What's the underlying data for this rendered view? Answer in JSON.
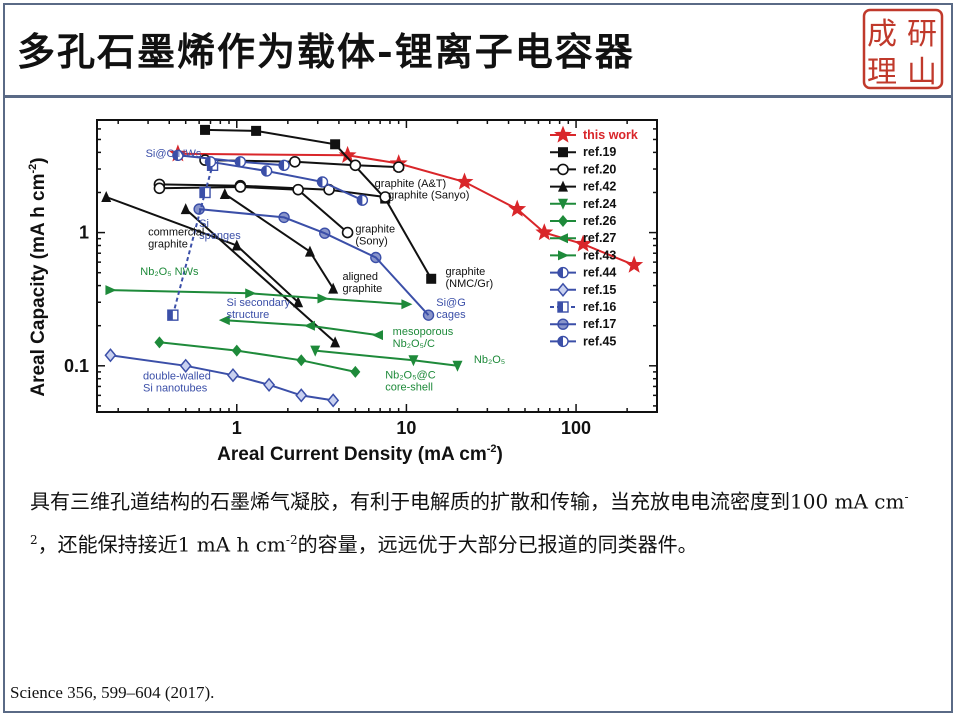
{
  "slide": {
    "title": "多孔石墨烯作为载体-锂离子电容器",
    "logo_text": [
      "成",
      "研",
      "理",
      "山"
    ],
    "description_parts": [
      "具有三维孔道结构的石墨烯气凝胶，有利于电解质的扩散和传输，当充放电电流密度到100 mA cm",
      "-2",
      "，还能保持接近1 mA h cm",
      "-2",
      "的容量，远远优于大部分已报道的同类器件。"
    ],
    "citation": "Science  356, 599–604 (2017).",
    "colors": {
      "frame": "#5a6a86",
      "red": "#d9262a",
      "black": "#111111",
      "green": "#1e8a3a",
      "blue": "#3b4fa8",
      "logo": "#c0392b"
    }
  },
  "chart_data": {
    "type": "scatter",
    "xlabel": "Areal Current Density (mA cm",
    "xlabel_sup": "-2",
    "xlabel_end": ")",
    "ylabel": "Areal Capacity (mA h cm",
    "ylabel_sup": "-2",
    "ylabel_end": ")",
    "x_scale": "log",
    "y_scale": "log",
    "xlim": [
      0.15,
      300
    ],
    "ylim": [
      0.045,
      7.0
    ],
    "x_ticks": [
      {
        "v": 1,
        "label": "1"
      },
      {
        "v": 10,
        "label": "10"
      },
      {
        "v": 100,
        "label": "100"
      }
    ],
    "y_ticks": [
      {
        "v": 0.1,
        "label": "0.1"
      },
      {
        "v": 1,
        "label": "1"
      }
    ],
    "series": [
      {
        "name": "this work",
        "color": "#d9262a",
        "marker": "star",
        "line": "solid",
        "x": [
          0.45,
          4.5,
          9,
          22,
          45,
          65,
          110,
          220
        ],
        "y": [
          3.9,
          3.8,
          3.3,
          2.4,
          1.5,
          1.0,
          0.82,
          0.57
        ]
      },
      {
        "name": "ref.19",
        "color": "#111111",
        "marker": "square",
        "line": "solid",
        "x": [
          0.65,
          1.3,
          3.8,
          7.5,
          14
        ],
        "y": [
          5.9,
          5.8,
          4.6,
          1.8,
          0.45
        ]
      },
      {
        "name": "ref.20",
        "color": "#111111",
        "marker": "circle-open",
        "line": "solid",
        "x": [
          0.65,
          2.2,
          5,
          9
        ],
        "y": [
          3.5,
          3.4,
          3.2,
          3.1
        ]
      },
      {
        "name": "ref.20b",
        "color": "#111111",
        "marker": "circle-open",
        "line": "solid",
        "x": [
          0.35,
          1.05,
          3.5,
          7.5
        ],
        "y": [
          2.3,
          2.25,
          2.1,
          1.85
        ]
      },
      {
        "name": "ref.20c",
        "color": "#111111",
        "marker": "circle-open",
        "line": "solid",
        "x": [
          0.35,
          1.05,
          2.3,
          4.5
        ],
        "y": [
          2.15,
          2.2,
          2.1,
          1.0
        ]
      },
      {
        "name": "ref.42",
        "color": "#111111",
        "marker": "triangle-up",
        "line": "solid",
        "x": [
          0.17,
          1.0,
          2.3
        ],
        "y": [
          1.85,
          0.8,
          0.3
        ]
      },
      {
        "name": "ref.42b",
        "color": "#111111",
        "marker": "triangle-up",
        "line": "solid",
        "x": [
          0.85,
          2.7,
          3.7
        ],
        "y": [
          1.95,
          0.72,
          0.38
        ]
      },
      {
        "name": "ref.42c",
        "color": "#111111",
        "marker": "triangle-up",
        "line": "solid",
        "x": [
          0.5,
          3.8
        ],
        "y": [
          1.5,
          0.15
        ]
      },
      {
        "name": "ref.24",
        "color": "#1e8a3a",
        "marker": "triangle-down",
        "line": "solid",
        "x": [
          2.9,
          11,
          20
        ],
        "y": [
          0.13,
          0.11,
          0.1
        ]
      },
      {
        "name": "ref.26",
        "color": "#1e8a3a",
        "marker": "diamond",
        "line": "solid",
        "x": [
          0.35,
          1.0,
          2.4,
          5
        ],
        "y": [
          0.15,
          0.13,
          0.11,
          0.09
        ]
      },
      {
        "name": "ref.27",
        "color": "#1e8a3a",
        "marker": "triangle-left",
        "line": "solid",
        "x": [
          0.85,
          2.7,
          6.8
        ],
        "y": [
          0.22,
          0.2,
          0.17
        ]
      },
      {
        "name": "ref.43",
        "color": "#1e8a3a",
        "marker": "triangle-right",
        "line": "solid",
        "x": [
          0.18,
          1.2,
          3.2,
          10
        ],
        "y": [
          0.37,
          0.35,
          0.32,
          0.29
        ]
      },
      {
        "name": "ref.44",
        "color": "#3b4fa8",
        "marker": "half-circle",
        "line": "solid",
        "x": [
          0.45,
          1.05,
          1.9
        ],
        "y": [
          3.8,
          3.4,
          3.2
        ]
      },
      {
        "name": "ref.15",
        "color": "#3b4fa8",
        "marker": "diamond-open",
        "line": "solid",
        "x": [
          0.18,
          0.5,
          0.95,
          1.55,
          2.4,
          3.7
        ],
        "y": [
          0.12,
          0.1,
          0.085,
          0.072,
          0.06,
          0.055
        ]
      },
      {
        "name": "ref.16",
        "color": "#3b4fa8",
        "marker": "square-half",
        "line": "dashed",
        "x": [
          0.42,
          0.65,
          0.72
        ],
        "y": [
          0.24,
          2.0,
          3.2
        ]
      },
      {
        "name": "ref.17",
        "color": "#3b4fa8",
        "marker": "circle-filled",
        "line": "solid",
        "x": [
          0.6,
          1.9,
          3.3,
          6.6,
          13.5
        ],
        "y": [
          1.5,
          1.3,
          0.99,
          0.65,
          0.24
        ]
      },
      {
        "name": "ref.45",
        "color": "#3b4fa8",
        "marker": "half-circle",
        "line": "solid",
        "x": [
          0.7,
          1.5,
          3.2,
          5.5
        ],
        "y": [
          3.4,
          2.9,
          2.4,
          1.75
        ]
      }
    ],
    "legend": {
      "placement": "top-right",
      "entries": [
        {
          "label": "this work",
          "color": "#d9262a",
          "marker": "star"
        },
        {
          "label": "ref.19",
          "color": "#111111",
          "marker": "square"
        },
        {
          "label": "ref.20",
          "color": "#111111",
          "marker": "circle-open"
        },
        {
          "label": "ref.42",
          "color": "#111111",
          "marker": "triangle-up"
        },
        {
          "label": "ref.24",
          "color": "#1e8a3a",
          "marker": "triangle-down"
        },
        {
          "label": "ref.26",
          "color": "#1e8a3a",
          "marker": "diamond"
        },
        {
          "label": "ref.27",
          "color": "#1e8a3a",
          "marker": "triangle-left"
        },
        {
          "label": "ref.43",
          "color": "#1e8a3a",
          "marker": "triangle-right"
        },
        {
          "label": "ref.44",
          "color": "#3b4fa8",
          "marker": "half-circle"
        },
        {
          "label": "ref.15",
          "color": "#3b4fa8",
          "marker": "diamond-open"
        },
        {
          "label": "ref.16",
          "color": "#3b4fa8",
          "marker": "square-half",
          "line": "dashed"
        },
        {
          "label": "ref.17",
          "color": "#3b4fa8",
          "marker": "circle-filled"
        },
        {
          "label": "ref.45",
          "color": "#3b4fa8",
          "marker": "half-circle"
        }
      ]
    },
    "annotations": [
      {
        "lines": [
          "Si@C NWs"
        ],
        "color": "#3b4fa8",
        "x": 0.29,
        "y": 3.7
      },
      {
        "lines": [
          "graphite (A&T)"
        ],
        "color": "#111111",
        "x": 6.5,
        "y": 2.2
      },
      {
        "lines": [
          "graphite (Sanyo)"
        ],
        "color": "#111111",
        "x": 7.8,
        "y": 1.8
      },
      {
        "lines": [
          "Si",
          "sponges"
        ],
        "color": "#3b4fa8",
        "x": 0.6,
        "y": 1.1
      },
      {
        "lines": [
          "commercial",
          "graphite"
        ],
        "color": "#111111",
        "x": 0.3,
        "y": 0.95
      },
      {
        "lines": [
          "graphite",
          "(Sony)"
        ],
        "color": "#111111",
        "x": 5.0,
        "y": 1.0
      },
      {
        "lines": [
          "Nb₂O₅ NWs"
        ],
        "color": "#1e8a3a",
        "x": 0.27,
        "y": 0.48
      },
      {
        "lines": [
          "graphite",
          "(NMC/Gr)"
        ],
        "color": "#111111",
        "x": 17,
        "y": 0.48
      },
      {
        "lines": [
          "aligned",
          "graphite"
        ],
        "color": "#111111",
        "x": 4.2,
        "y": 0.44
      },
      {
        "lines": [
          "Si secondary",
          "structure"
        ],
        "color": "#3b4fa8",
        "x": 0.87,
        "y": 0.28
      },
      {
        "lines": [
          "Si@G",
          "cages"
        ],
        "color": "#3b4fa8",
        "x": 15,
        "y": 0.28
      },
      {
        "lines": [
          "mesoporous",
          "Nb₂O₅/C"
        ],
        "color": "#1e8a3a",
        "x": 8.3,
        "y": 0.17
      },
      {
        "lines": [
          "Nb₂O₅"
        ],
        "color": "#1e8a3a",
        "x": 25,
        "y": 0.105
      },
      {
        "lines": [
          "double-walled",
          "Si nanotubes"
        ],
        "color": "#3b4fa8",
        "x": 0.28,
        "y": 0.079
      },
      {
        "lines": [
          "Nb₂O₅@C",
          "core-shell"
        ],
        "color": "#1e8a3a",
        "x": 7.5,
        "y": 0.08
      }
    ]
  }
}
